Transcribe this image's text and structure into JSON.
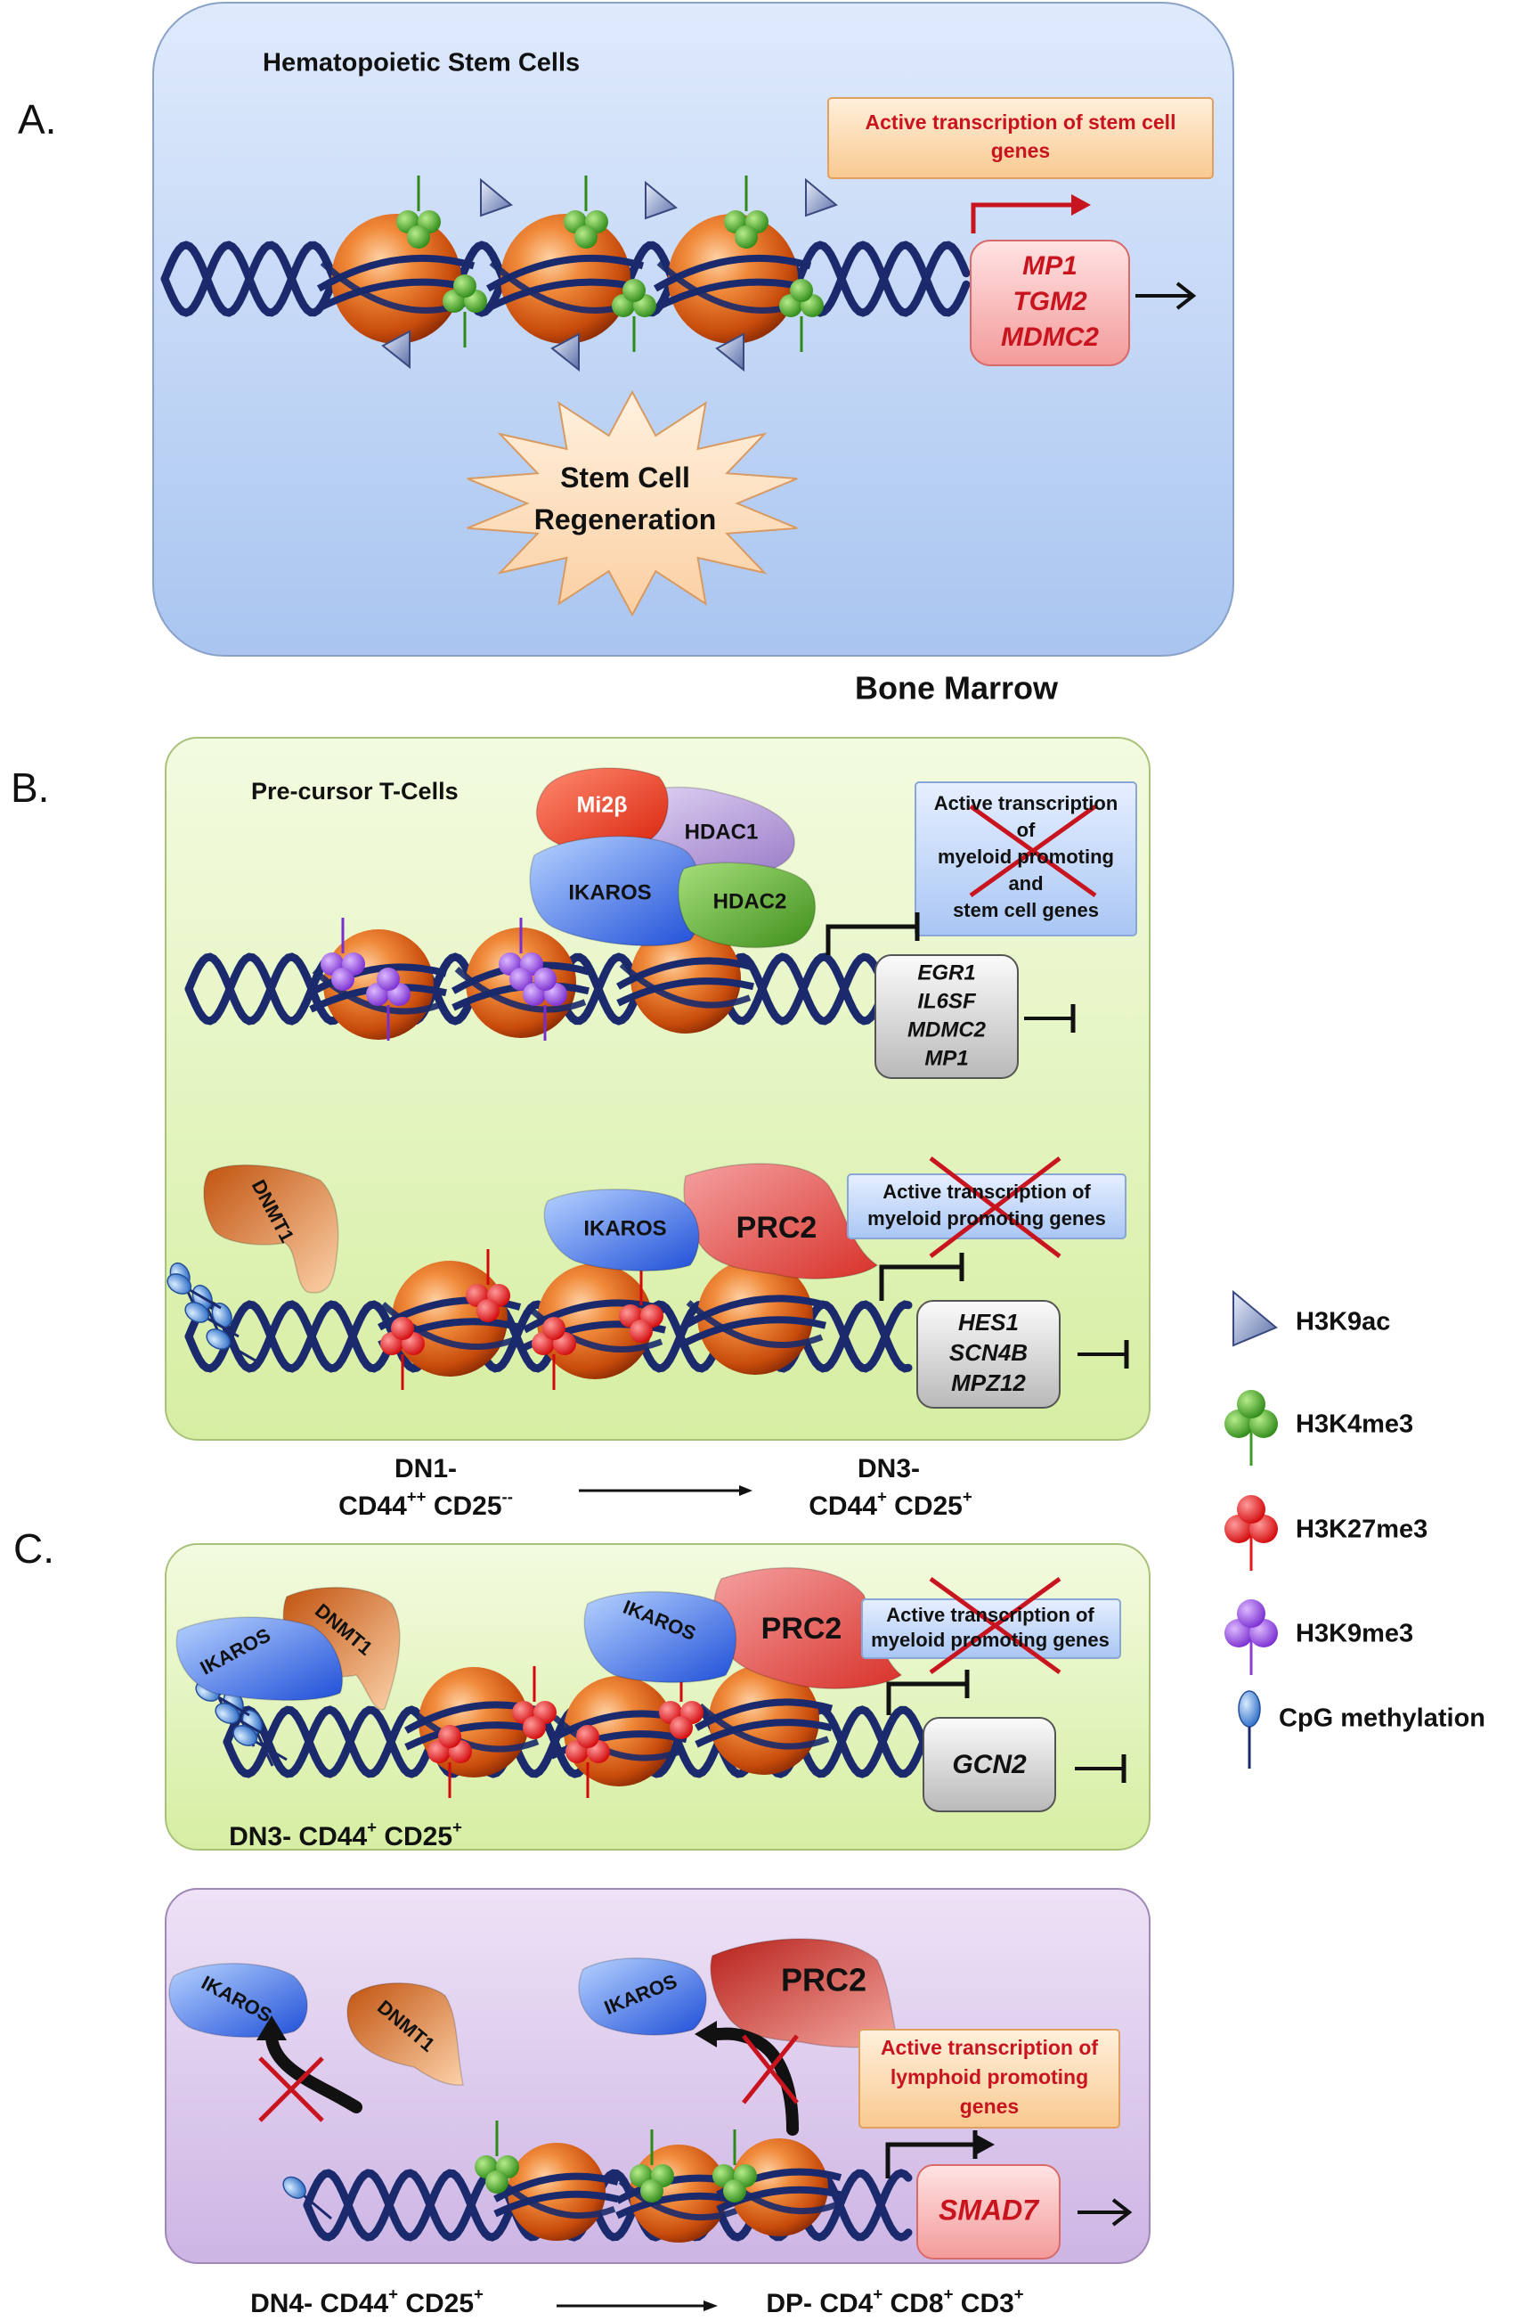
{
  "panel_a": {
    "letter": "A.",
    "title": "Hematopoietic Stem Cells",
    "active_box": [
      "Active transcription of stem cell",
      "genes"
    ],
    "genes": [
      "MP1",
      "TGM2",
      "MDMC2"
    ],
    "regen": [
      "Stem Cell",
      "Regeneration"
    ],
    "location": "Bone Marrow"
  },
  "panel_b": {
    "letter": "B.",
    "title": "Pre-cursor T-Cells",
    "upper": {
      "proteins": [
        "Mi2β",
        "HDAC1",
        "IKAROS",
        "HDAC2"
      ],
      "crossed_box": [
        "Active transcription",
        "of",
        "myeloid promoting",
        "and",
        "stem cell genes"
      ],
      "genes": [
        "EGR1",
        "IL6SF",
        "MDMC2",
        "MP1"
      ]
    },
    "lower": {
      "proteins": [
        "DNMT1",
        "IKAROS",
        "PRC2"
      ],
      "crossed_box": [
        "Active transcription of",
        "myeloid promoting genes"
      ],
      "genes": [
        "HES1",
        "SCN4B",
        "MPZ12"
      ]
    },
    "stage_start": [
      "DN1-",
      "CD44",
      "++",
      " CD25",
      "--"
    ],
    "stage_end": [
      "DN3-",
      "CD44",
      "+",
      " CD25",
      "+"
    ]
  },
  "panel_c": {
    "letter": "C.",
    "green": {
      "proteins": [
        "IKAROS",
        "DNMT1",
        "IKAROS",
        "PRC2"
      ],
      "crossed_box": [
        "Active transcription of",
        "myeloid promoting genes"
      ],
      "gene": "GCN2",
      "stage": [
        "DN3- CD44",
        "+",
        " CD25",
        "+"
      ]
    },
    "purple": {
      "proteins": [
        "IKAROS",
        "DNMT1",
        "IKAROS",
        "PRC2"
      ],
      "active_box": [
        "Active transcription of",
        "lymphoid promoting",
        "genes"
      ],
      "gene": "SMAD7"
    },
    "stage_start": [
      "DN4- CD44",
      "+",
      " CD25",
      "+"
    ],
    "stage_end": [
      "DP- CD4",
      "+",
      " CD8",
      "+",
      " CD3",
      "+"
    ]
  },
  "legend": [
    {
      "icon": "triangle-flag",
      "label": "H3K9ac",
      "color": "#7f8fc2"
    },
    {
      "icon": "trefoil",
      "label": "H3K4me3",
      "color": "#3f9a2a"
    },
    {
      "icon": "trefoil",
      "label": "H3K27me3",
      "color": "#e01a1a"
    },
    {
      "icon": "trefoil",
      "label": "H3K9me3",
      "color": "#8a3fd1"
    },
    {
      "icon": "droplet",
      "label": "CpG methylation",
      "color": "#4a8fd8"
    }
  ],
  "colors": {
    "panel_a_bg": "#bcd3f5",
    "panel_bc_bg": "#e4f4c0",
    "panel_c2_bg": "#dcc9ec",
    "dna": "#1a2a6c",
    "nucleosome": "#e06a1a",
    "active_text": "#c8141e"
  }
}
